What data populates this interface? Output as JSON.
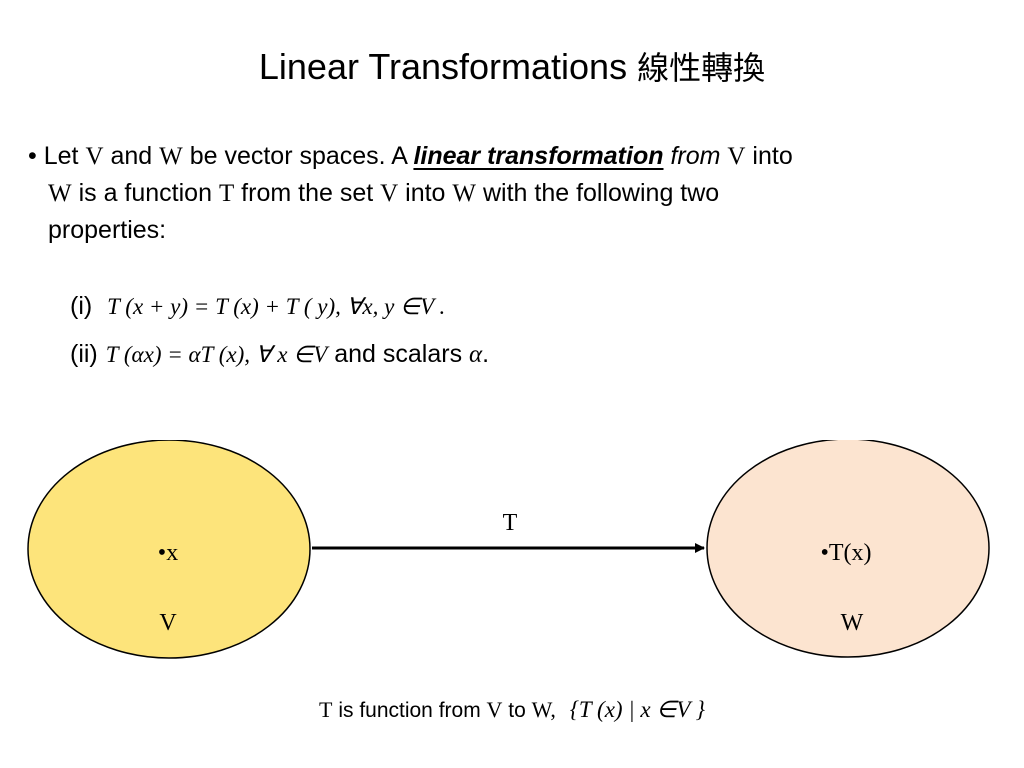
{
  "title": {
    "text": "Linear Transformations",
    "cjk": "線性轉換"
  },
  "bullet": {
    "marker": "•",
    "let": "Let",
    "V": "V",
    "and": "and",
    "W": "W",
    "be_vector_spaces": "be vector spaces. A",
    "term": "linear transformation",
    "from": "from",
    "into": "into",
    "is_a_function": "is a function",
    "T": "T",
    "from_the_set": "from the set",
    "with_two": "with the following two",
    "properties": "properties:"
  },
  "properties": {
    "p1_label": "(i)",
    "p1_math": "T (x + y) = T (x) + T ( y), ∀x, y ∈V .",
    "p2_label": "(ii)",
    "p2_math": "T (αx) = αT (x), ∀ x ∈V",
    "p2_text": "and scalars",
    "alpha": "α",
    "period": "."
  },
  "diagram": {
    "domain_point": "•x",
    "domain_label": "V",
    "codomain_point": "•T(x)",
    "codomain_label": "W",
    "arrow_label": "T",
    "colors": {
      "domain_fill": "#fde47b",
      "codomain_fill": "#fce4d0",
      "outline": "#000000"
    }
  },
  "caption": {
    "T": "T",
    "is_function_from": "is function from",
    "V": "V",
    "to": "to",
    "W": "W,",
    "set": "{T (x) | x ∈V }"
  }
}
